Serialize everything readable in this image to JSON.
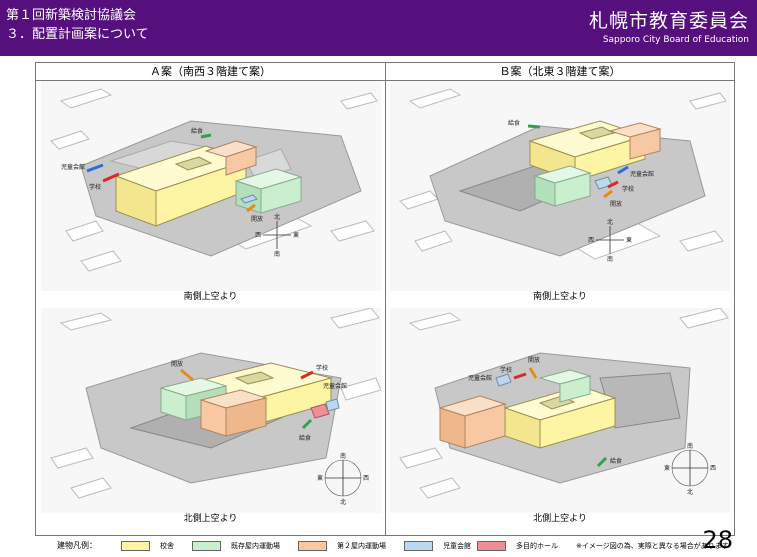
{
  "header": {
    "meeting": "第１回新築検討協議会",
    "topic": "３．配置計画案について",
    "org": "札幌市教育委員会",
    "org_en": "Sapporo City Board of Education",
    "bg_color": "#56107e"
  },
  "plans": [
    {
      "title": "Ａ案（南西３階建て案）",
      "views": [
        {
          "caption": "南側上空より",
          "labels": [
            "給食",
            "児童会館",
            "学校",
            "開放"
          ],
          "compass": [
            "北",
            "西",
            "東",
            "南"
          ]
        },
        {
          "caption": "北側上空より",
          "labels": [
            "開放",
            "学校",
            "児童会館",
            "給食"
          ],
          "compass": [
            "南",
            "東",
            "西",
            "北"
          ]
        }
      ]
    },
    {
      "title": "Ｂ案（北東３階建て案）",
      "views": [
        {
          "caption": "南側上空より",
          "labels": [
            "給食",
            "児童会館",
            "学校",
            "開放"
          ],
          "compass": [
            "北",
            "西",
            "東",
            "南"
          ]
        },
        {
          "caption": "北側上空より",
          "labels": [
            "学校",
            "開放",
            "児童会館",
            "給食"
          ],
          "compass": [
            "南",
            "東",
            "西",
            "北"
          ]
        }
      ]
    }
  ],
  "legend": {
    "title": "建物凡例：",
    "items": [
      {
        "label": "校舎",
        "color": "#fdf5a4"
      },
      {
        "label": "既存屋内運動場",
        "color": "#c9efcf"
      },
      {
        "label": "第２屋内運動場",
        "color": "#f8c8a2"
      },
      {
        "label": "児童会館",
        "color": "#bcd8f1"
      },
      {
        "label": "多目的ホール",
        "color": "#ee8f96"
      }
    ],
    "note": "※イメージ図の為、実際と異なる場合があります"
  },
  "page_number": "28",
  "colors": {
    "school": "#fdf5a4",
    "gym": "#c9efcf",
    "gym2": "#f8c8a2",
    "children": "#bcd8f1",
    "hall": "#ee8f96",
    "ground": "#c8c8c8"
  }
}
